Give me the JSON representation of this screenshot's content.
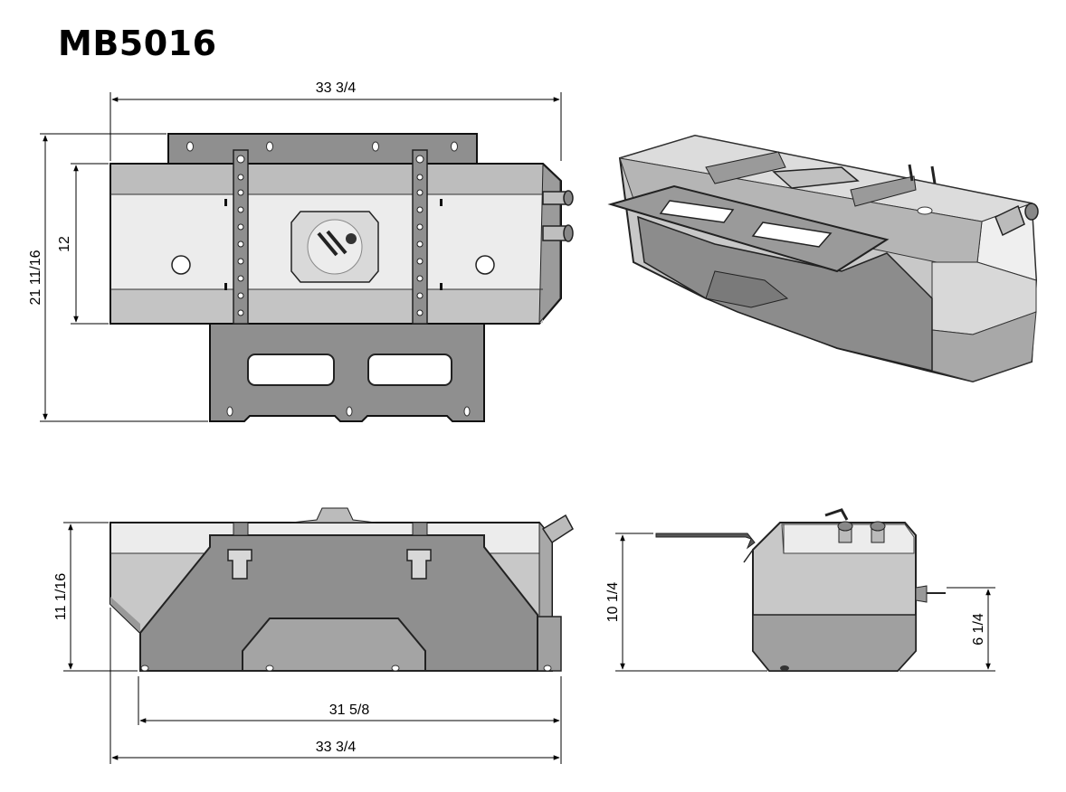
{
  "model": "MB5016",
  "top_view": {
    "width": "33 3/4",
    "height": "12",
    "overall_height": "21 11/16"
  },
  "front_view": {
    "height": "11 1/16",
    "base_width": "31 5/8",
    "overall_width": "33 3/4"
  },
  "side_view": {
    "height": "10 1/4",
    "lower_height": "6 1/4"
  }
}
